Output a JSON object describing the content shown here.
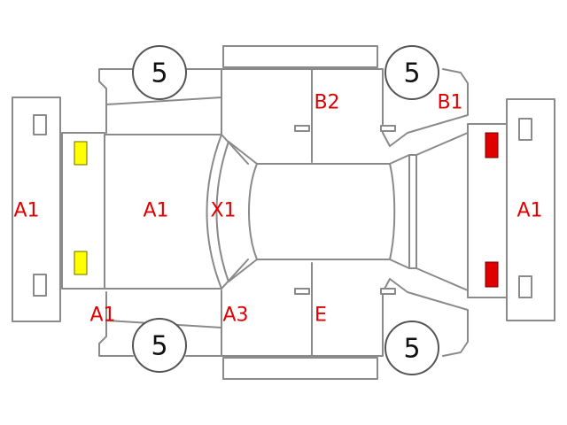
{
  "colors": {
    "damage_code": "#e00000",
    "outline": "#8a8a8a",
    "front_lamp": "#ffff00",
    "rear_lamp": "#e00000"
  },
  "wheels": {
    "front_left": "5",
    "rear_left": "5",
    "front_right": "5",
    "rear_right": "5"
  },
  "codes": {
    "front_bumper": "A1",
    "hood": "A1",
    "front_fender_right": "A1",
    "windshield": "X1",
    "front_pillar_right": "A3",
    "rear_door_left": "B2",
    "rear_fender_left": "B1",
    "rear_door_right": "E",
    "rear_bumper": "A1"
  }
}
